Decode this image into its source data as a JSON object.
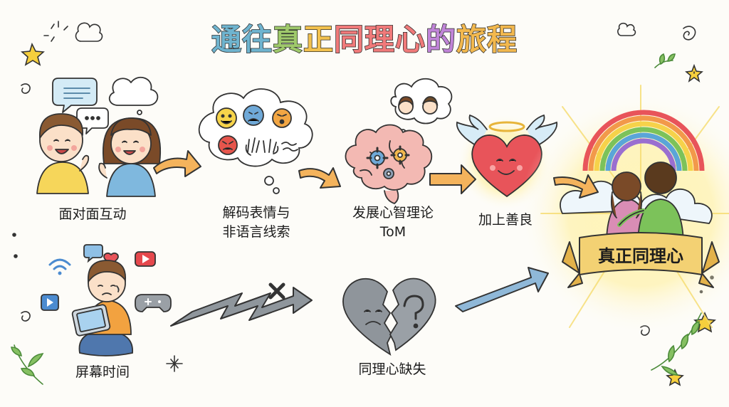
{
  "title": {
    "segments": [
      {
        "text": "通往",
        "color": "#6fb4cf"
      },
      {
        "text": "真",
        "color": "#9fc96b"
      },
      {
        "text": "正",
        "color": "#f2c14e"
      },
      {
        "text": "同理心",
        "color": "#f07a7a"
      },
      {
        "text": "的",
        "color": "#c084d8"
      },
      {
        "text": "旅程",
        "color": "#f2b84e"
      }
    ]
  },
  "labels": {
    "face_to_face": "面对面互动",
    "decode_line1": "解码表情与",
    "decode_line2": "非语言线索",
    "tom_line1": "发展心智理论",
    "tom_line2": "ToM",
    "kindness": "加上善良",
    "true_empathy": "真正同理心",
    "screen_time": "屏幕时间",
    "empathy_deficit": "同理心缺失"
  },
  "colors": {
    "arrow_orange": "#f4b35c",
    "arrow_gray": "#8f969c",
    "arrow_blue": "#8fb8d8",
    "heart_red": "#e8545a",
    "heart_gray": "#8f959b",
    "banner": "#f3d173"
  },
  "icons": [
    "speech-bubble-icon",
    "thought-cloud-icon",
    "emoji-happy-icon",
    "emoji-sad-icon",
    "emoji-angry-icon",
    "brain-icon",
    "gear-icon",
    "winged-heart-icon",
    "halo-icon",
    "rainbow-icon",
    "tablet-icon",
    "wifi-icon",
    "play-icon",
    "gamepad-icon",
    "cross-icon",
    "broken-heart-icon",
    "question-mark-icon",
    "star-icon",
    "swirl-icon",
    "leaf-icon"
  ]
}
